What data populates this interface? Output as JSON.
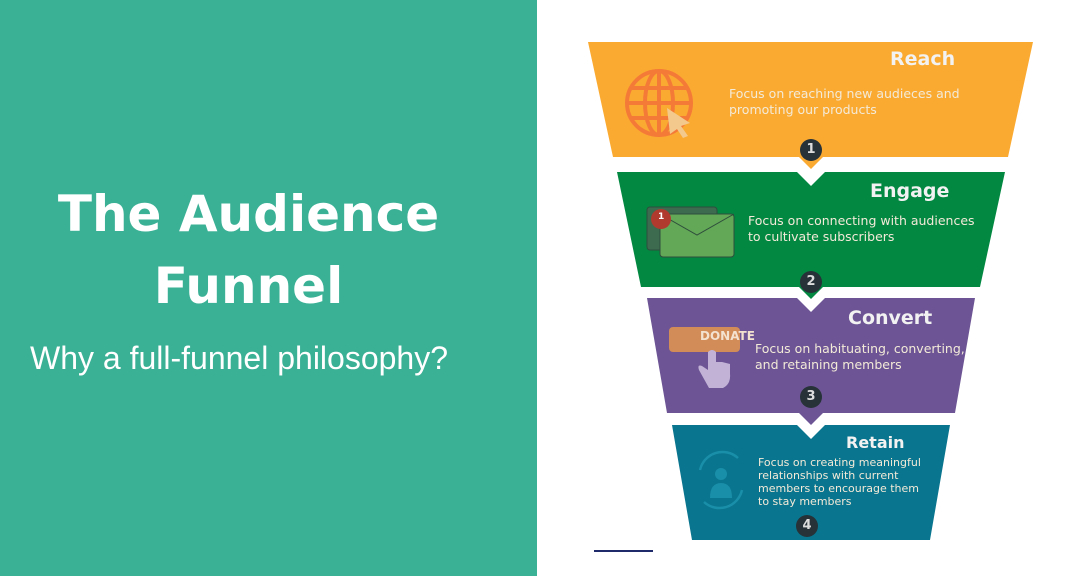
{
  "slide": {
    "title_line1": "The Audience",
    "title_line2": "Funnel",
    "subtitle": "Why a full-funnel philosophy?"
  },
  "stages": [
    {
      "step": "1",
      "title": "Reach",
      "description": "Focus on reaching new audieces and promoting our products",
      "color": "#FBAA31",
      "icon": "globe-cursor-icon"
    },
    {
      "step": "2",
      "title": "Engage",
      "description": "Focus on connecting with audiences to cultivate subscribers",
      "color": "#038842",
      "icon": "email-notification-icon",
      "badge": "1"
    },
    {
      "step": "3",
      "title": "Convert",
      "description": "Focus on habituating, converting, and retaining members",
      "color": "#6D5595",
      "icon": "donate-button-icon",
      "button_label": "DONATE"
    },
    {
      "step": "4",
      "title": "Retain",
      "description": "Focus on creating meaningful relationships with current members to encourage them to stay members",
      "color": "#0A758E",
      "icon": "member-cycle-icon"
    }
  ]
}
